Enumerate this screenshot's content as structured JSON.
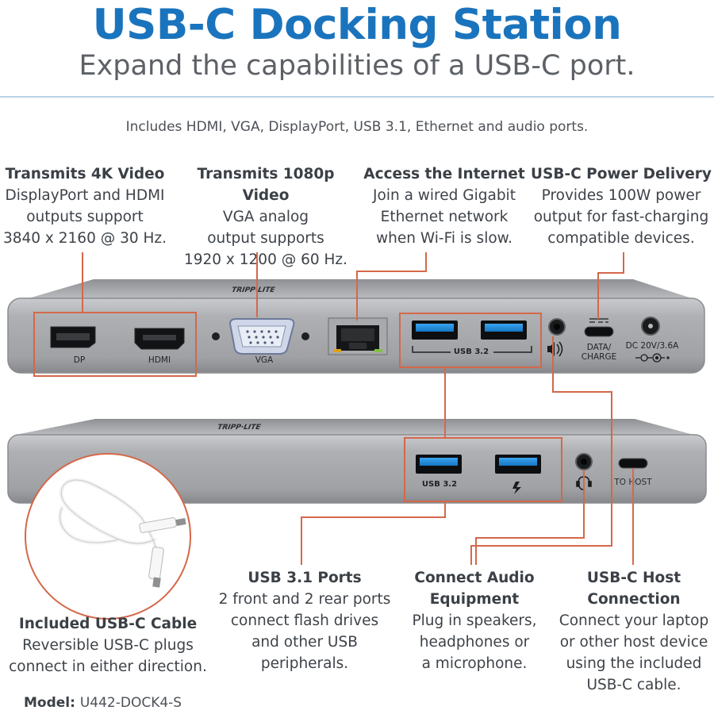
{
  "header": {
    "title": "USB-C Docking Station",
    "subtitle": "Expand the capabilities of a USB-C port.",
    "includes": "Includes HDMI, VGA, DisplayPort, USB 3.1, Ethernet and audio ports."
  },
  "features_top": [
    {
      "heading": "Transmits 4K Video",
      "lines": [
        "DisplayPort and HDMI",
        "outputs support",
        "3840 x 2160 @ 30 Hz."
      ]
    },
    {
      "heading": "Transmits 1080p Video",
      "lines": [
        "VGA analog",
        "output supports",
        "1920 x 1200 @ 60 Hz."
      ]
    },
    {
      "heading": "Access the Internet",
      "lines": [
        "Join a wired Gigabit",
        "Ethernet network",
        "when Wi-Fi is slow."
      ]
    },
    {
      "heading": "USB-C Power Delivery",
      "lines": [
        "Provides 100W power",
        "output for fast-charging",
        "compatible devices."
      ]
    }
  ],
  "features_bottom": [
    {
      "heading": "Included USB-C Cable",
      "lines": [
        "Reversible USB-C plugs",
        "connect in either direction."
      ]
    },
    {
      "heading": "USB 3.1 Ports",
      "lines": [
        "2 front and 2 rear ports",
        "connect flash drives",
        "and other USB",
        "peripherals."
      ]
    },
    {
      "heading": [
        "Connect Audio",
        "Equipment"
      ],
      "lines": [
        "Plug in speakers,",
        "headphones or",
        "a microphone."
      ]
    },
    {
      "heading": [
        "USB-C Host",
        "Connection"
      ],
      "lines": [
        "Connect your laptop",
        "or other host device",
        "using the included",
        "USB-C cable."
      ]
    }
  ],
  "rear_ports": {
    "dp": "DP",
    "hdmi": "HDMI",
    "vga": "VGA",
    "usb": "USB 3.2",
    "data_charge": [
      "DATA/",
      "CHARGE"
    ],
    "dc": "DC 20V/3.6A"
  },
  "front_ports": {
    "usb": "USB 3.2",
    "host": "TO HOST"
  },
  "brand": "TRIPP-LITE",
  "model": {
    "label": "Model:",
    "value": "U442-DOCK4-S"
  },
  "colors": {
    "title": "#1a74bd",
    "callout": "#d4684a",
    "rule": "#b9d2e6",
    "usb_blue": "#1f8fe0"
  }
}
